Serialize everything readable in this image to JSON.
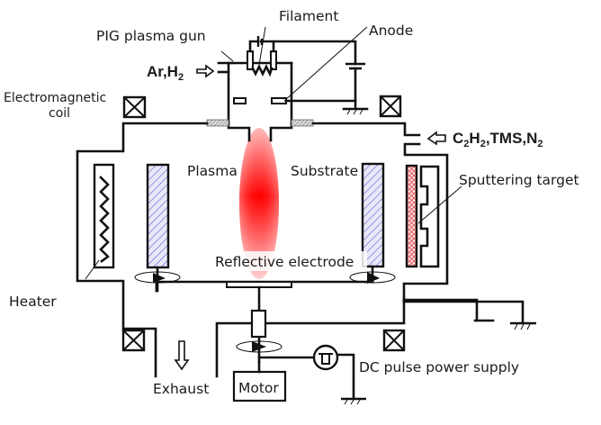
{
  "diagram": {
    "title": "PIG plasma CVD / sputtering apparatus schematic",
    "labels": {
      "filament": "Filament",
      "pig_gun": "PIG plasma gun",
      "anode": "Anode",
      "gas_in_left_main": "Ar,H",
      "gas_in_left_sub": "2",
      "em_coil_line1": "Electromagnetic",
      "em_coil_line2": "coil",
      "gas_in_right": {
        "c": "C",
        "c_sub": "2",
        "h": "H",
        "h_sub": "2",
        "mid": ",TMS,N",
        "n_sub": "2"
      },
      "plasma": "Plasma",
      "substrate": "Substrate",
      "sputtering_target": "Sputtering target",
      "reflective_electrode": "Reflective electrode",
      "heater": "Heater",
      "exhaust": "Exhaust",
      "motor": "Motor",
      "dc_pulse": "DC pulse power supply"
    },
    "colors": {
      "plasma": "#ff1a1a",
      "substrate_hatch": "#5a5ad0",
      "target_hatch": "#e05050",
      "line": "#111111"
    }
  }
}
